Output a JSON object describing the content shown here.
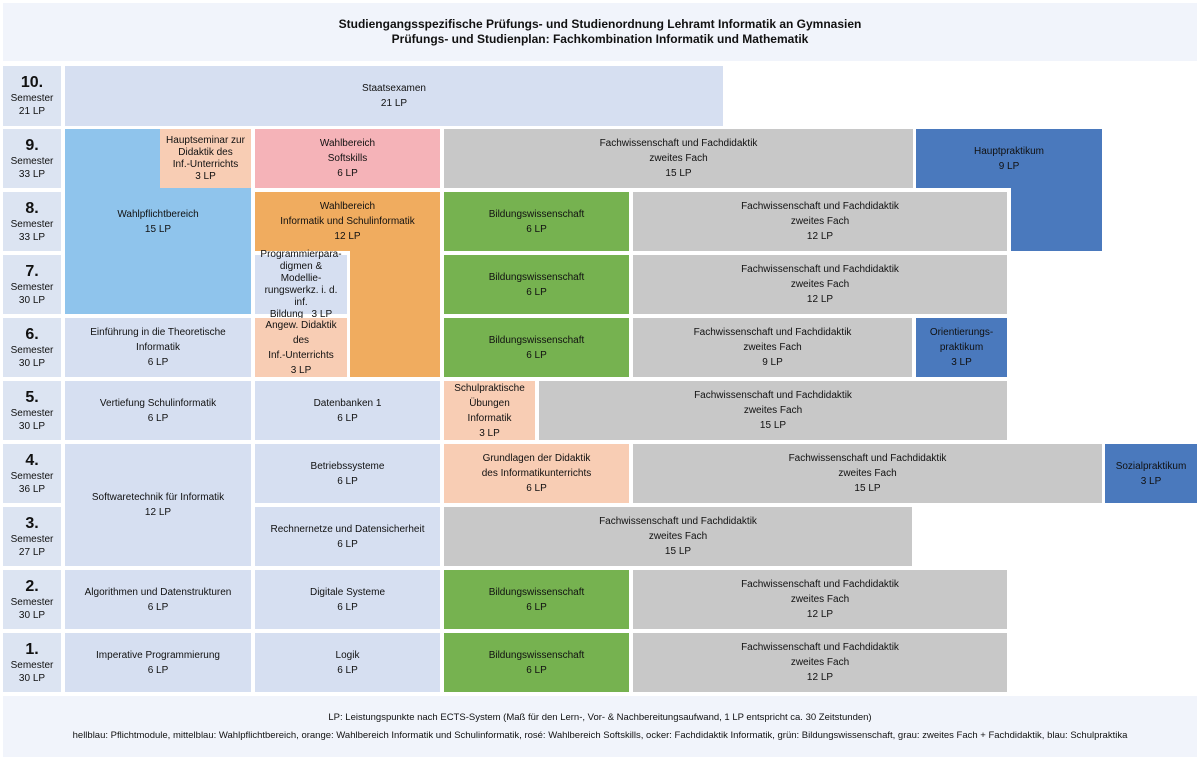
{
  "header": {
    "line1": "Studiengangsspezifische Prüfungs- und Studienordnung Lehramt Informatik an Gymnasien",
    "line2": "Prüfungs- und Studienplan: Fachkombination Informatik und Mathematik"
  },
  "semesters": [
    {
      "num": "10.",
      "label": "Semester",
      "lp": "21 LP"
    },
    {
      "num": "9.",
      "label": "Semester",
      "lp": "33 LP"
    },
    {
      "num": "8.",
      "label": "Semester",
      "lp": "33 LP"
    },
    {
      "num": "7.",
      "label": "Semester",
      "lp": "30 LP"
    },
    {
      "num": "6.",
      "label": "Semester",
      "lp": "30 LP"
    },
    {
      "num": "5.",
      "label": "Semester",
      "lp": "30 LP"
    },
    {
      "num": "4.",
      "label": "Semester",
      "lp": "36 LP"
    },
    {
      "num": "3.",
      "label": "Semester",
      "lp": "27 LP"
    },
    {
      "num": "2.",
      "label": "Semester",
      "lp": "30 LP"
    },
    {
      "num": "1.",
      "label": "Semester",
      "lp": "30 LP"
    }
  ],
  "modules": {
    "staatsexamen": {
      "l1": "Staatsexamen",
      "l2": "21 LP"
    },
    "hauptseminar": {
      "l1": "Hauptseminar zur",
      "l2": "Didaktik des",
      "l3": "Inf.-Unterrichts",
      "l4": "3 LP"
    },
    "softskills": {
      "l1": "Wahlbereich",
      "l2": "Softskills",
      "l3": "6 LP"
    },
    "fw9": {
      "l1": "Fachwissenschaft und Fachdidaktik",
      "l2": "zweites Fach",
      "l3": "15 LP"
    },
    "hauptpraktikum": {
      "l1": "Hauptpraktikum",
      "l2": "9 LP"
    },
    "wahlpflicht": {
      "l1": "Wahlpflichtbereich",
      "l2": "15 LP"
    },
    "wb_info": {
      "l1": "Wahlbereich",
      "l2": "Informatik und Schulinformatik",
      "l3": "12 LP"
    },
    "bw8": {
      "l1": "Bildungswissenschaft",
      "l2": "6 LP"
    },
    "fw8": {
      "l1": "Fachwissenschaft und Fachdidaktik",
      "l2": "zweites Fach",
      "l3": "12 LP"
    },
    "progpara": {
      "l1": "Programmierpara-",
      "l2": "digmen & Modellie-",
      "l3": "rungswerkz. i. d. inf.",
      "l4": "Bildung   3 LP"
    },
    "bw7": {
      "l1": "Bildungswissenschaft",
      "l2": "6 LP"
    },
    "fw7": {
      "l1": "Fachwissenschaft und Fachdidaktik",
      "l2": "zweites Fach",
      "l3": "12 LP"
    },
    "theoinf": {
      "l1": "Einführung in die Theoretische Informatik",
      "l2": "6 LP"
    },
    "angew": {
      "l1": "Angew. Didaktik des",
      "l2": "Inf.-Unterrichts",
      "l3": "3 LP"
    },
    "bw6": {
      "l1": "Bildungswissenschaft",
      "l2": "6 LP"
    },
    "fw6": {
      "l1": "Fachwissenschaft und Fachdidaktik",
      "l2": "zweites Fach",
      "l3": "9 LP"
    },
    "orient": {
      "l1": "Orientierungs-",
      "l2": "praktikum",
      "l3": "3 LP"
    },
    "vertiefung": {
      "l1": "Vertiefung Schulinformatik",
      "l2": "6 LP"
    },
    "datenbanken": {
      "l1": "Datenbanken 1",
      "l2": "6 LP"
    },
    "schulprakt": {
      "l1": "Schulpraktische",
      "l2": "Übungen Informatik",
      "l3": "3 LP"
    },
    "fw5": {
      "l1": "Fachwissenschaft und Fachdidaktik",
      "l2": "zweites Fach",
      "l3": "15 LP"
    },
    "softwaretechnik": {
      "l1": "Softwaretechnik für Informatik",
      "l2": "12 LP"
    },
    "betriebssysteme": {
      "l1": "Betriebssysteme",
      "l2": "6 LP"
    },
    "grundlagen_did": {
      "l1": "Grundlagen der Didaktik",
      "l2": "des Informatikunterrichts",
      "l3": "6 LP"
    },
    "fw4": {
      "l1": "Fachwissenschaft und Fachdidaktik",
      "l2": "zweites Fach",
      "l3": "15 LP"
    },
    "sozialpraktikum": {
      "l1": "Sozialpraktikum",
      "l2": "3 LP"
    },
    "rechnernetze": {
      "l1": "Rechnernetze und Datensicherheit",
      "l2": "6 LP"
    },
    "fw3": {
      "l1": "Fachwissenschaft und Fachdidaktik",
      "l2": "zweites Fach",
      "l3": "15 LP"
    },
    "algorithmen": {
      "l1": "Algorithmen und Datenstrukturen",
      "l2": "6 LP"
    },
    "digitale": {
      "l1": "Digitale Systeme",
      "l2": "6 LP"
    },
    "bw2": {
      "l1": "Bildungswissenschaft",
      "l2": "6 LP"
    },
    "fw2": {
      "l1": "Fachwissenschaft und Fachdidaktik",
      "l2": "zweites Fach",
      "l3": "12 LP"
    },
    "imperative": {
      "l1": "Imperative Programmierung",
      "l2": "6 LP"
    },
    "logik": {
      "l1": "Logik",
      "l2": "6 LP"
    },
    "bw1": {
      "l1": "Bildungswissenschaft",
      "l2": "6 LP"
    },
    "fw1": {
      "l1": "Fachwissenschaft und Fachdidaktik",
      "l2": "zweites Fach",
      "l3": "12 LP"
    }
  },
  "footer": {
    "line1": "LP: Leistungspunkte nach ECTS-System (Maß für den Lern-, Vor- & Nachbereitungsaufwand, 1 LP entspricht ca. 30 Zeitstunden)",
    "line2": "hellblau: Pflichtmodule, mittelblau: Wahlpflichtbereich, orange: Wahlbereich Informatik und Schulinformatik, rosé: Wahlbereich Softskills, ocker: Fachdidaktik Informatik, grün: Bildungswissenschaft, grau: zweites Fach + Fachdidaktik, blau: Schulpraktika"
  },
  "colors": {
    "hellblau": "#d6dff1",
    "mittelblau": "#8fc4ec",
    "orange": "#f0ac5f",
    "rose": "#f5b3b8",
    "ocker": "#f8cdb4",
    "gruen": "#76b250",
    "grau": "#c8c8c8",
    "blau": "#4a79bd"
  }
}
